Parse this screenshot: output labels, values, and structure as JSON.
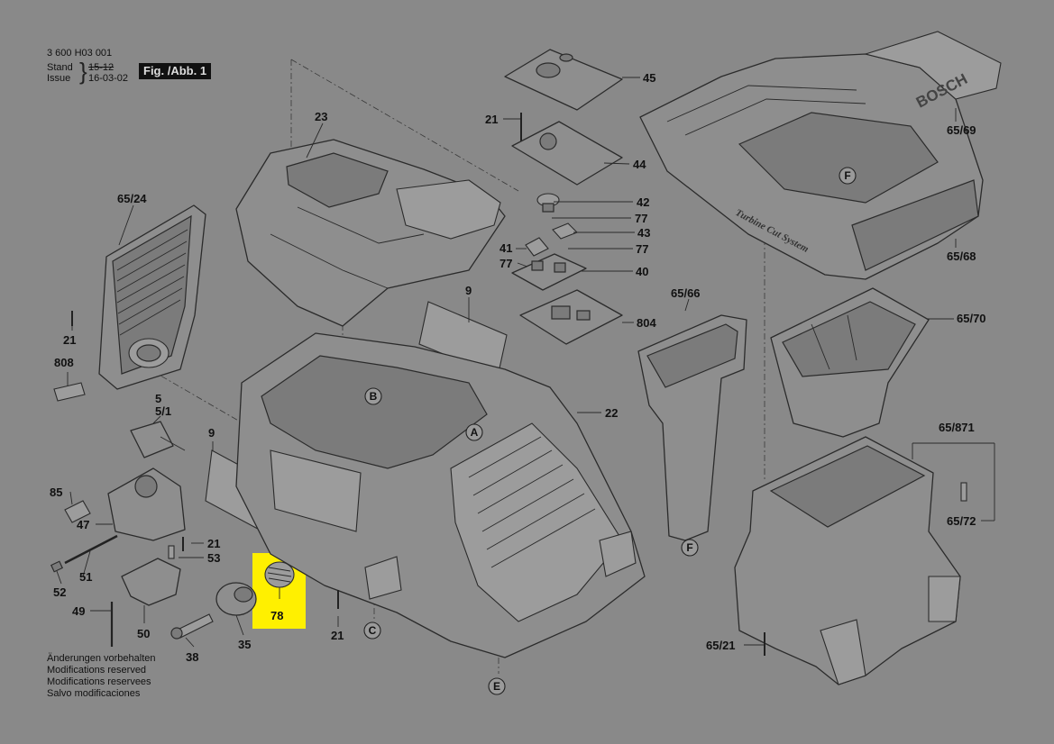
{
  "header": {
    "code": "3 600 H03 001",
    "stand_label": "Stand",
    "stand_value": "15-12",
    "issue_label": "Issue",
    "issue_value": "16-03-02",
    "figure_label": "Fig. /Abb. 1"
  },
  "notes": [
    "Änderungen vorbehalten",
    "Modifications reserved",
    "Modifications reservees",
    "Salvo modificaciones"
  ],
  "branding": {
    "brand_logo_text": "BOSCH",
    "system_text": "Turbine Cut System"
  },
  "colors": {
    "background": "#898989",
    "highlight": "#fff000",
    "line": "#2b2b2b"
  },
  "callouts": {
    "c45": "45",
    "c21a": "21",
    "c44": "44",
    "c23": "23",
    "c42": "42",
    "c77a": "77",
    "c43": "43",
    "c77b": "77",
    "c41": "41",
    "c77c": "77",
    "c40": "40",
    "c9a": "9",
    "c804": "804",
    "c6524": "65/24",
    "c21b": "21",
    "c808": "808",
    "c5": "5",
    "c51s": "5/1",
    "c9b": "9",
    "c85": "85",
    "c47": "47",
    "c51": "51",
    "c52": "52",
    "c49": "49",
    "c50": "50",
    "c38": "38",
    "c35": "35",
    "c78": "78",
    "c21c": "21",
    "c53": "53",
    "c21d": "21",
    "c22": "22",
    "c6569": "65/69",
    "c6568": "65/68",
    "c6566": "65/66",
    "c6570": "65/70",
    "c65871": "65/871",
    "c6572": "65/72",
    "c6521": "65/21"
  },
  "markers": {
    "A": "A",
    "B": "B",
    "C": "C",
    "E": "E",
    "F1": "F",
    "F2": "F"
  }
}
